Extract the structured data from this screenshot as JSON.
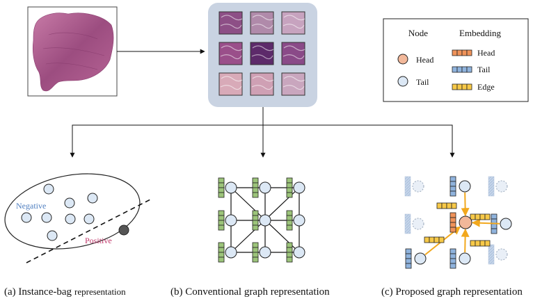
{
  "legend": {
    "node_header": "Node",
    "embedding_header": "Embedding",
    "head_node_label": "Head",
    "tail_node_label": "Tail",
    "head_emb_label": "Head",
    "tail_emb_label": "Tail",
    "edge_emb_label": "Edge"
  },
  "panel_a": {
    "negative_label": "Negative",
    "positive_label": "Positive",
    "caption_prefix": "(a) Instance-bag",
    "caption_suffix": "representation"
  },
  "panel_b": {
    "caption": "(b) Conventional graph representation"
  },
  "panel_c": {
    "caption": "(c) Proposed graph representation"
  },
  "colors": {
    "head": "#f2b89a",
    "head_emb": "#f0935a",
    "tail": "#dce8f5",
    "tail_emb": "#8fb3dd",
    "edge_emb": "#f7c948",
    "green_emb": "#9cc47a",
    "arrow_orange": "#f2a81d",
    "negative_text": "#4f7fc0",
    "positive_text": "#c0396b",
    "tile_bg": "#c9d3e2"
  }
}
